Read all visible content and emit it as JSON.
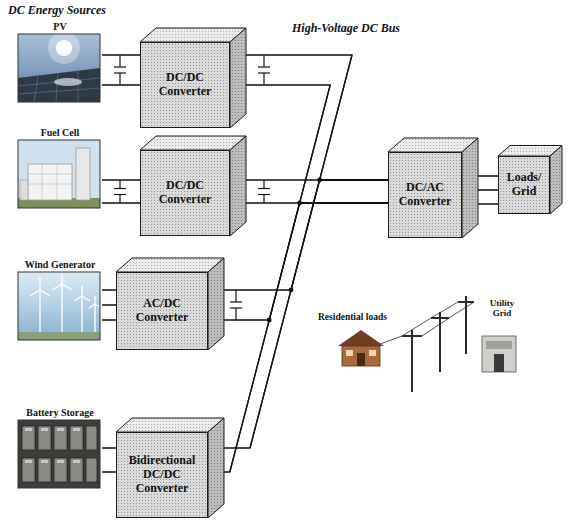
{
  "diagram": {
    "title": "DC Energy Sources",
    "nodes": [
      {
        "text": [
          "PV"
        ]
      },
      {
        "text": [
          "DC/DC Converter"
        ]
      },
      {
        "text": [
          "Fuel Cell"
        ]
      },
      {
        "text": [
          "DC/DC Converter"
        ]
      },
      {
        "text": [
          "DC/AC Converter"
        ]
      },
      {
        "text": [
          "Loads/ Grid"
        ]
      },
      {
        "text": [
          "Wind Generator"
        ]
      },
      {
        "text": [
          "AC/DC Converter"
        ]
      },
      {
        "text": [
          "Battery Storage"
        ]
      },
      {
        "text": [
          "Bidirectional DC/DC Converter"
        ]
      }
    ],
    "edges": [
      {
        "from": 0,
        "to": 1,
        "arrow": "none"
      },
      {
        "from": 2,
        "to": 3,
        "arrow": "none"
      },
      {
        "from": 3,
        "to": 4,
        "arrow": "none"
      },
      {
        "from": 4,
        "to": 5,
        "arrow": "none"
      },
      {
        "from": 1,
        "to": 4,
        "arrow": "none"
      },
      {
        "from": 6,
        "to": 7,
        "arrow": "none"
      },
      {
        "from": 7,
        "to": 4,
        "arrow": "none"
      },
      {
        "from": 8,
        "to": 9,
        "arrow": "none"
      },
      {
        "from": 9,
        "to": 4,
        "arrow": "none"
      }
    ],
    "labels": [
      "High-Voltage DC Bus",
      "Residential loads",
      "Utility Grid"
    ]
  }
}
